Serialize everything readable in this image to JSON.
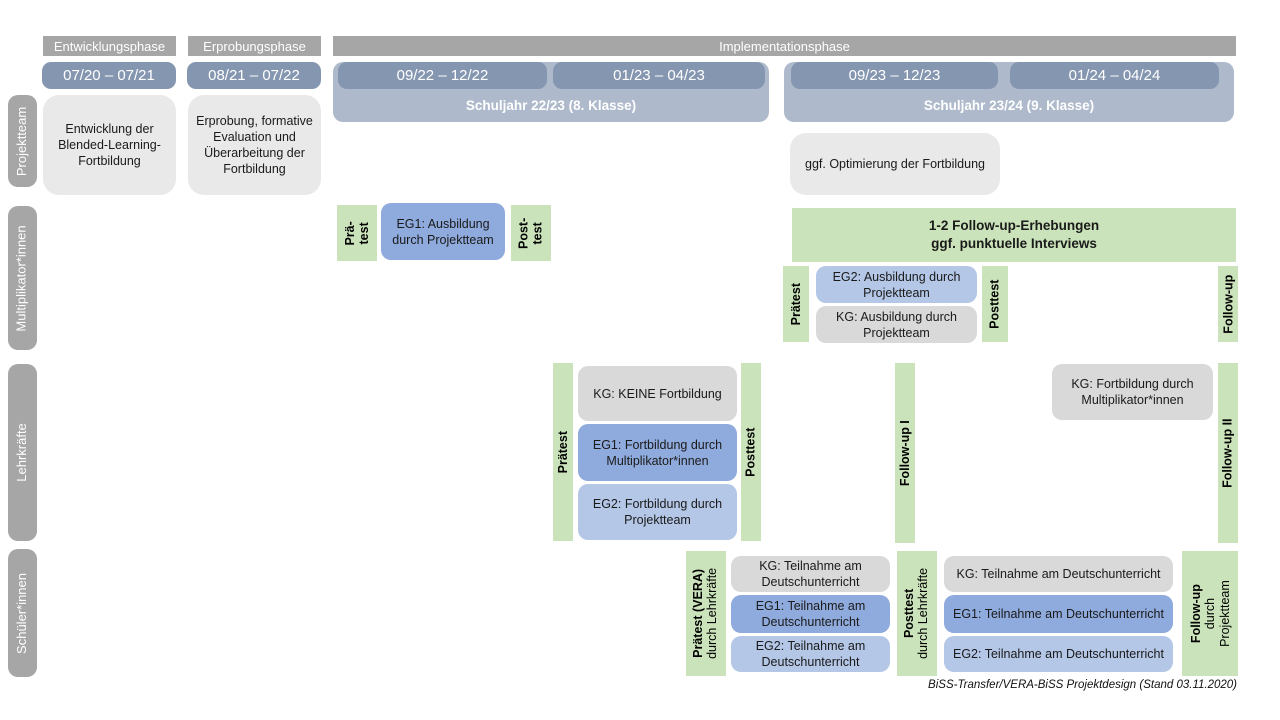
{
  "colors": {
    "phase_gray": "#a6a6a6",
    "row_gray": "#a6a6a6",
    "date_blue": "#8496b0",
    "container_blue": "#aebacb",
    "box_light_gray": "#e9e9e9",
    "box_gray": "#d9d9d9",
    "blue_medium": "#8faadc",
    "blue_light": "#b4c7e7",
    "green": "#cbe3ba"
  },
  "phases": {
    "entwicklung": "Entwicklungsphase",
    "erprobung": "Erprobungsphase",
    "implementation": "Implementationsphase"
  },
  "timeline": {
    "d1": "07/20 – 07/21",
    "d2": "08/21 – 07/22",
    "d3": "09/22 – 12/22",
    "d4": "01/23 – 04/23",
    "d5": "09/23 – 12/23",
    "d6": "01/24 – 04/24",
    "year1": "Schuljahr 22/23 (8. Klasse)",
    "year2": "Schuljahr 23/24 (9. Klasse)"
  },
  "rows": {
    "projektteam": {
      "label": "Projektteam",
      "entwicklung_box": "Entwicklung der Blended-Learning-Fortbildung",
      "erprobung_box": "Erprobung, formative Evaluation und Überarbeitung der Fortbildung",
      "optimierung_box": "ggf. Optimierung der Fortbildung"
    },
    "multiplikatoren": {
      "label": "Multiplikator*innen",
      "praetest1": {
        "line1": "Prä-",
        "line2": "test"
      },
      "eg1_box": "EG1: Ausbildung durch Projektteam",
      "posttest1": {
        "line1": "Post-",
        "line2": "test"
      },
      "followup_box": {
        "line1": "1-2 Follow-up-Erhebungen",
        "line2": "ggf. punktuelle Interviews"
      },
      "praetest2": "Prätest",
      "eg2_box": "EG2: Ausbildung durch Projektteam",
      "kg_box": "KG: Ausbildung durch Projektteam",
      "posttest2": "Posttest",
      "followup_bar": "Follow-up"
    },
    "lehrkraefte": {
      "label": "Lehrkräfte",
      "praetest": "Prätest",
      "kg_box": "KG: KEINE Fortbildung",
      "eg1_box": "EG1: Fortbildung durch Multiplikator*innen",
      "eg2_box": "EG2: Fortbildung durch Projektteam",
      "posttest": "Posttest",
      "followup1": "Follow-up I",
      "kg_box2": "KG: Fortbildung durch Multiplikator*innen",
      "followup2": "Follow-up II"
    },
    "schueler": {
      "label": "Schüler*innen",
      "praetest": {
        "line1": "Prätest (VERA)",
        "line2": "durch  Lehrkräfte"
      },
      "kg_box1": "KG: Teilnahme am Deutschunterricht",
      "eg1_box1": "EG1: Teilnahme am Deutschunterricht",
      "eg2_box1": "EG2: Teilnahme am Deutschunterricht",
      "posttest": {
        "line1": "Posttest",
        "line2": "durch  Lehrkräfte"
      },
      "kg_box2": "KG: Teilnahme am Deutschunterricht",
      "eg1_box2": "EG1: Teilnahme am Deutschunterricht",
      "eg2_box2": "EG2: Teilnahme am Deutschunterricht",
      "followup": {
        "line1": "Follow-up",
        "line2": "durch",
        "line3": "Projektteam"
      }
    }
  },
  "footer": "BiSS-Transfer/VERA-BiSS Projektdesign (Stand 03.11.2020)"
}
